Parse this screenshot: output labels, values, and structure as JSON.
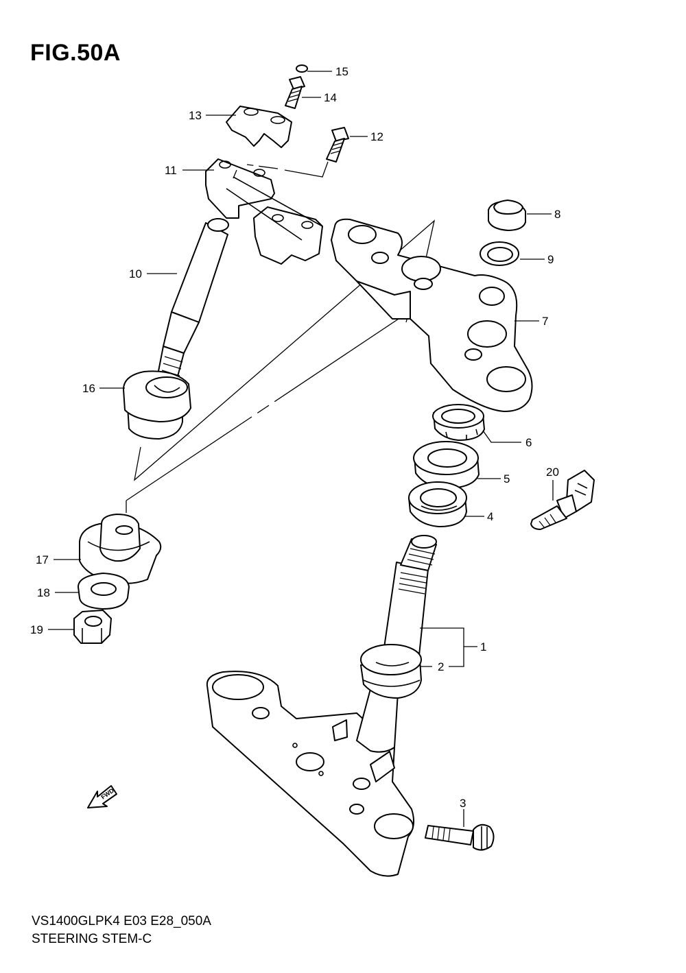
{
  "figure": {
    "title": "FIG.50A",
    "model_code": "VS1400GLPK4 E03 E28_050A",
    "section_name": "STEERING STEM-C",
    "direction_label": "FWD"
  },
  "callouts": [
    {
      "id": "1",
      "text": "1"
    },
    {
      "id": "2",
      "text": "2"
    },
    {
      "id": "3",
      "text": "3"
    },
    {
      "id": "4",
      "text": "4"
    },
    {
      "id": "5",
      "text": "5"
    },
    {
      "id": "6",
      "text": "6"
    },
    {
      "id": "7",
      "text": "7"
    },
    {
      "id": "8",
      "text": "8"
    },
    {
      "id": "9",
      "text": "9"
    },
    {
      "id": "10",
      "text": "10"
    },
    {
      "id": "11",
      "text": "11"
    },
    {
      "id": "12",
      "text": "12"
    },
    {
      "id": "13",
      "text": "13"
    },
    {
      "id": "14",
      "text": "14"
    },
    {
      "id": "15",
      "text": "15"
    },
    {
      "id": "16",
      "text": "16"
    },
    {
      "id": "17",
      "text": "17"
    },
    {
      "id": "18",
      "text": "18"
    },
    {
      "id": "19",
      "text": "19"
    },
    {
      "id": "20",
      "text": "20"
    }
  ]
}
